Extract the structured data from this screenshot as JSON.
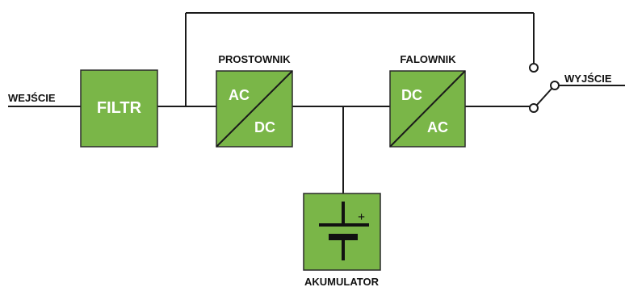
{
  "colors": {
    "block_fill": "#7ab648",
    "block_stroke": "#2a2a2a",
    "wire": "#1a1a1a",
    "text": "#111111"
  },
  "labels": {
    "input": "WEJŚCIE",
    "output": "WYJŚCIE",
    "rectifier_title": "PROSTOWNIK",
    "inverter_title": "FALOWNIK",
    "battery_title": "AKUMULATOR"
  },
  "blocks": {
    "filter": {
      "text": "FILTR"
    },
    "rectifier": {
      "top": "AC",
      "bottom": "DC"
    },
    "inverter": {
      "top": "DC",
      "bottom": "AC"
    },
    "battery": {
      "plus": "+",
      "icon": "battery-icon"
    }
  },
  "switch": {
    "type": "changeover",
    "icon": "switch-icon"
  }
}
